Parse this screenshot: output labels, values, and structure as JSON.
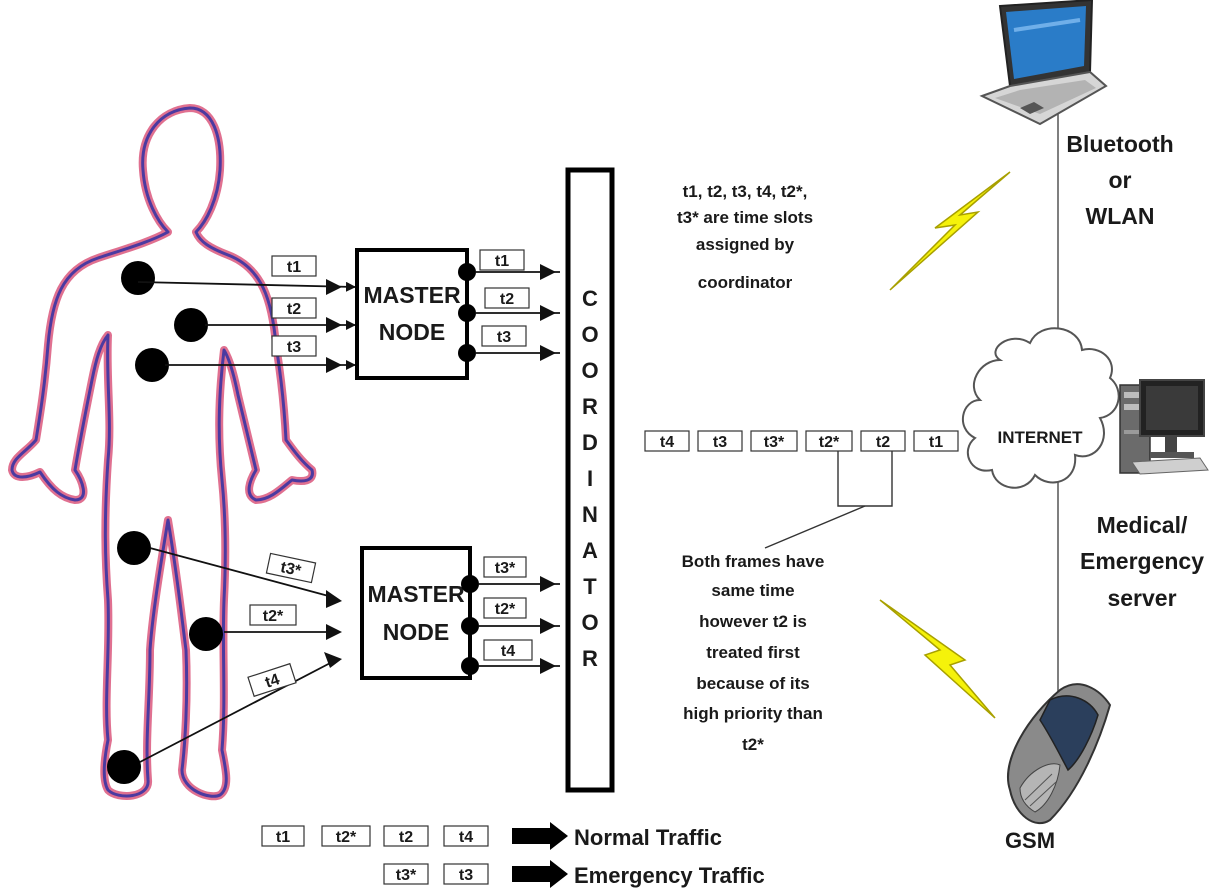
{
  "master_node_top": {
    "line1": "MASTER",
    "line2": "NODE"
  },
  "master_node_bottom": {
    "line1": "MASTER",
    "line2": "NODE"
  },
  "coordinator_letters": [
    "C",
    "O",
    "O",
    "R",
    "D",
    "I",
    "N",
    "A",
    "T",
    "O",
    "R"
  ],
  "sensor_slots_top": [
    "t1",
    "t2",
    "t3"
  ],
  "sensor_slots_bottom": [
    "t3*",
    "t2*",
    "t4"
  ],
  "master_out_top": [
    "t1",
    "t2",
    "t3"
  ],
  "master_out_bottom": [
    "t3*",
    "t2*",
    "t4"
  ],
  "frame_sequence": [
    "t4",
    "t3",
    "t3*",
    "t2*",
    "t2",
    "t1"
  ],
  "time_slot_note": [
    "t1, t2, t3, t4, t2*,",
    "t3* are time slots",
    "assigned by",
    "coordinator"
  ],
  "priority_note": [
    "Both frames have",
    "same time",
    "however t2 is",
    "treated first",
    "because of its",
    "high priority than",
    "t2*"
  ],
  "internet_label": "INTERNET",
  "bluetooth_label": [
    "Bluetooth",
    "or",
    "WLAN"
  ],
  "server_label": [
    "Medical/",
    "Emergency",
    "server"
  ],
  "gsm_label": "GSM",
  "legend": {
    "normal": {
      "slots": [
        "t1",
        "t2*",
        "t2",
        "t4"
      ],
      "label": "Normal Traffic"
    },
    "emergency": {
      "slots": [
        "t3*",
        "t3"
      ],
      "label": "Emergency Traffic"
    }
  },
  "colors": {
    "body_outline_outer": "#e07090",
    "body_outline_inner": "#4b3aa0",
    "lightning": "#f5f20a",
    "lightning_edge": "#a8a000",
    "screen": "#2a7cc8"
  }
}
